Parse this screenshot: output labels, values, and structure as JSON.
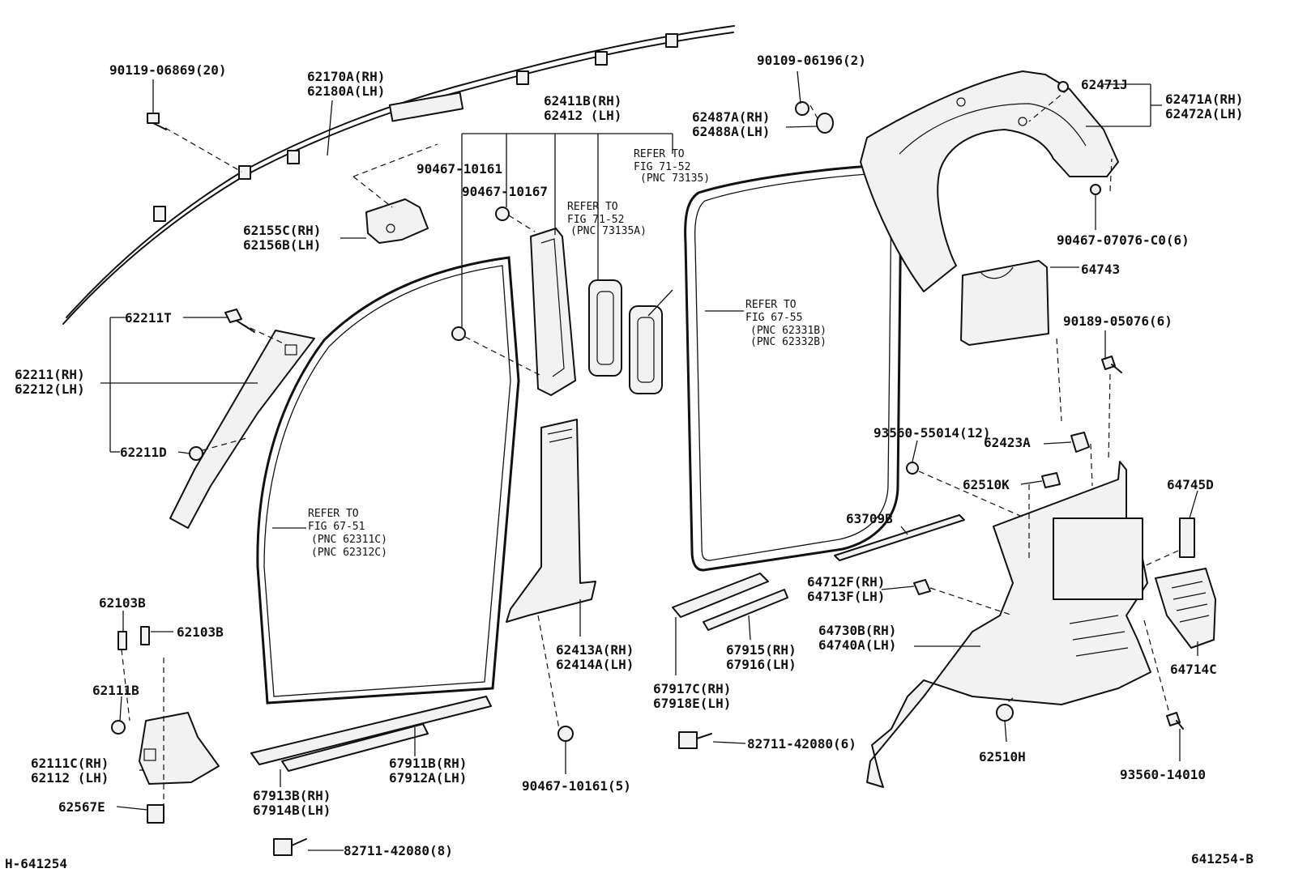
{
  "labels": {
    "l_90119": "90119-06869(20)",
    "l_62170": "62170A(RH)",
    "l_62180": "62180A(LH)",
    "l_62411": "62411B(RH)",
    "l_62412": "62412  (LH)",
    "l_90109": "90109-06196(2)",
    "l_62487": "62487A(RH)",
    "l_62488": "62488A(LH)",
    "l_62471j": "62471J",
    "l_62471a": "62471A(RH)",
    "l_62472a": "62472A(LH)",
    "l_90467_a": "90467-10161",
    "l_90467_b": "90467-10167",
    "l_ref7152a_1": "REFER TO",
    "l_ref7152a_2": "FIG 71-52",
    "l_ref7152a_3": "(PNC 73135)",
    "l_ref7152b_1": "REFER TO",
    "l_ref7152b_2": "FIG 71-52",
    "l_ref7152b_3": "(PNC 73135A)",
    "l_62155": "62155C(RH)",
    "l_62156": "62156B(LH)",
    "l_90467_07076": "90467-07076-C0(6)",
    "l_64743": "64743",
    "l_62211t": "62211T",
    "l_ref6755_1": "REFER TO",
    "l_ref6755_2": "FIG 67-55",
    "l_ref6755_3": "(PNC 62331B)",
    "l_ref6755_4": "(PNC 62332B)",
    "l_90189": "90189-05076(6)",
    "l_62211": "62211(RH)",
    "l_62212": "62212(LH)",
    "l_93560_55014": "93560-55014(12)",
    "l_62423a": "62423A",
    "l_62211d": "62211D",
    "l_62510k": "62510K",
    "l_64745d": "64745D",
    "l_ref6751_1": "REFER TO",
    "l_ref6751_2": "FIG 67-51",
    "l_ref6751_3": "(PNC 62311C)",
    "l_ref6751_4": "(PNC 62312C)",
    "l_63709b": "63709B",
    "l_64712f": "64712F(RH)",
    "l_64713f": "64713F(LH)",
    "l_62103b_a": "62103B",
    "l_62103b_b": "62103B",
    "l_64730b": "64730B(RH)",
    "l_64740a": "64740A(LH)",
    "l_62413a": "62413A(RH)",
    "l_62414a": "62414A(LH)",
    "l_67915": "67915(RH)",
    "l_67916": "67916(LH)",
    "l_64714c": "64714C",
    "l_62111b": "62111B",
    "l_67917c": "67917C(RH)",
    "l_67918e": "67918E(LH)",
    "l_82711_6": "82711-42080(6)",
    "l_62111c": "62111C(RH)",
    "l_62112": "62112  (LH)",
    "l_67911b": "67911B(RH)",
    "l_67912a": "67912A(LH)",
    "l_62510h": "62510H",
    "l_93560_14010": "93560-14010",
    "l_90467_5": "90467-10161(5)",
    "l_67913b": "67913B(RH)",
    "l_67914b": "67914B(LH)",
    "l_62567e": "62567E",
    "l_82711_8": "82711-42080(8)",
    "l_footer_left": "H-641254",
    "l_footer_right": "641254-B"
  }
}
